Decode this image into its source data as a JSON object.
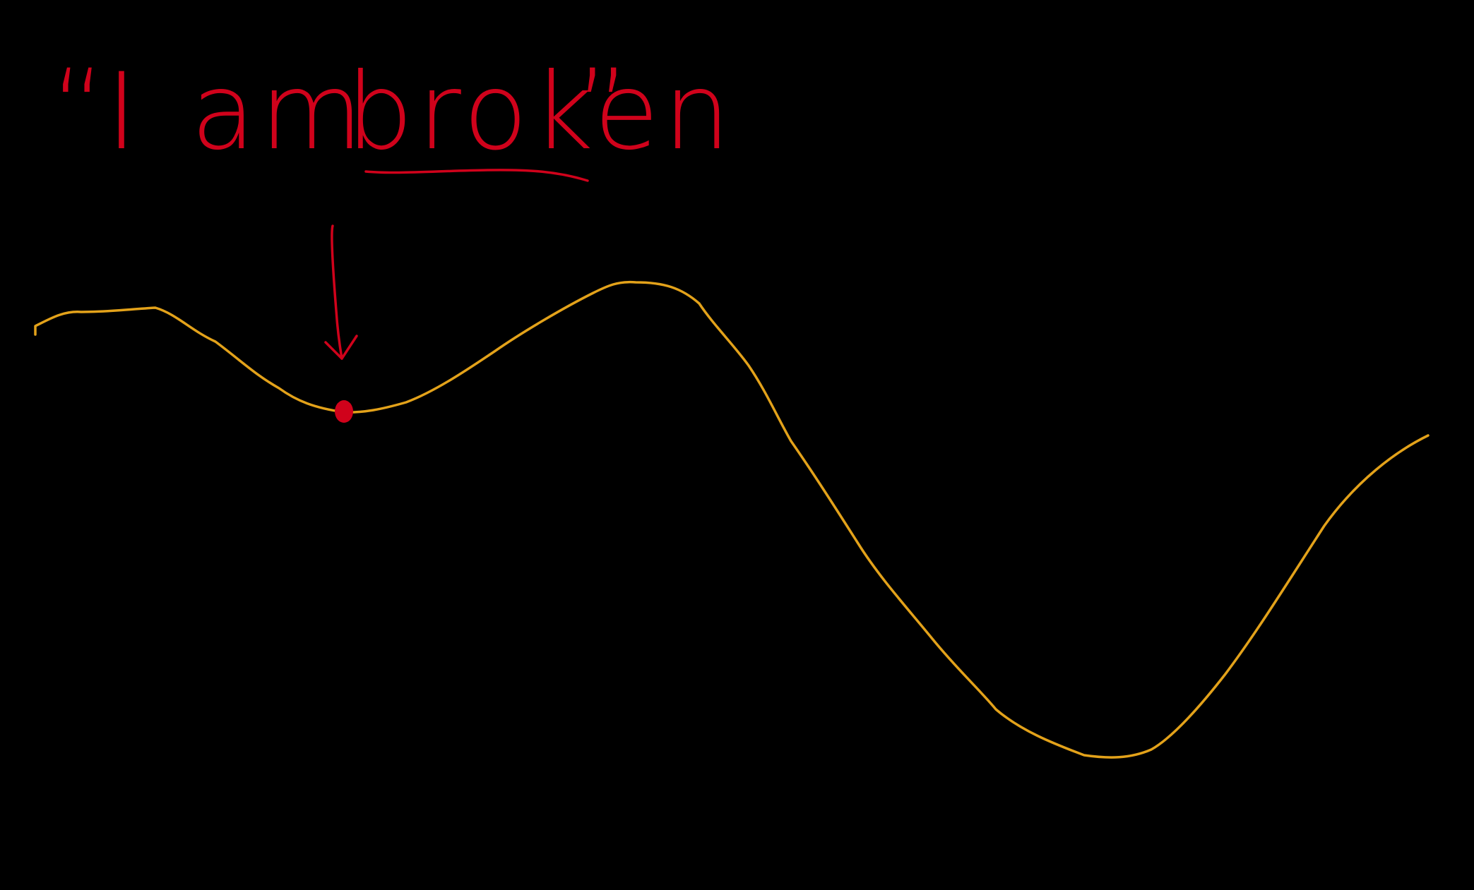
{
  "annotation": {
    "quote_open": "“",
    "word_1": "I",
    "word_2": "am",
    "word_3": "broken",
    "quote_close": "”",
    "emphasized_word": "broken"
  },
  "colors": {
    "background": "#000000",
    "curve": "#E3A21A",
    "ink": "#D0021B"
  },
  "icons": {
    "pointer": "arrow-down-icon",
    "marker": "point-marker"
  }
}
